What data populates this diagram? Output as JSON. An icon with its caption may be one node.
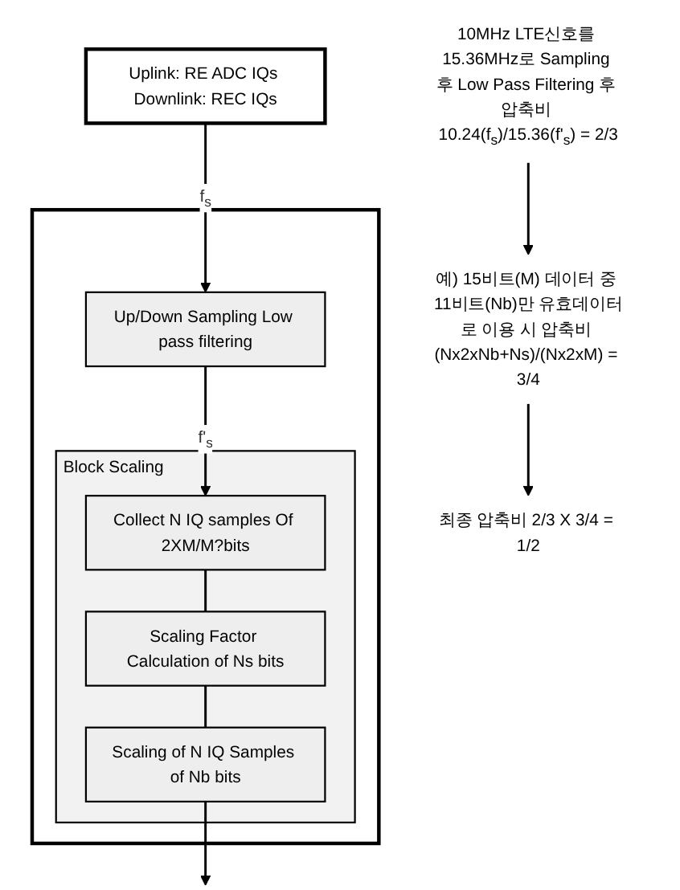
{
  "diagram": {
    "nodes": [
      {
        "text": [
          "Uplink: RE ADC IQs Downlink: REC IQs"
        ]
      },
      {
        "text": [],
        "shape": "box"
      },
      {
        "text": [
          "Up/Down Sampling Low pass filtering"
        ],
        "in": 1
      },
      {
        "text": [
          "Block Scaling"
        ],
        "in": 1
      },
      {
        "text": [
          "Collect N IQ samples Of 2XM/M?bits"
        ],
        "in": 3
      },
      {
        "text": [
          "Scaling Factor Calculation of Ns bits"
        ],
        "in": 3
      },
      {
        "text": [
          "Scaling of N IQ Samples of Nb bits"
        ],
        "in": 3
      },
      {
        "text": [
          "10MHz LTE신호를 15.36MHz로 Sampling 후 Low Pass Filtering 후 압축비 10.24(f$_{s}$)/15.36(f'$_{s}$) = 2/3"
        ]
      },
      {
        "text": [
          "예) 15비트(M) 데이터 중 11비트(Nb)만 유효데이터로 이용 시 압축비 (Nx2xNb+Ns)/(Nx2xM) = 3/4"
        ]
      },
      {
        "text": [
          "최종 압축비 2/3 X 3/4 = 1/2"
        ]
      }
    ],
    "edges": [
      {
        "from": 0,
        "to": 2,
        "arrow": "to",
        "label": "f$_{s}$"
      },
      {
        "from": 2,
        "to": 4,
        "arrow": "to",
        "label": "f'$_{s}$"
      },
      {
        "from": 4,
        "to": 5,
        "arrow": "none"
      },
      {
        "from": 5,
        "to": 6,
        "arrow": "none"
      },
      {
        "from": 6,
        "to": null,
        "arrow": "to"
      },
      {
        "from": 7,
        "to": 8,
        "arrow": "to"
      },
      {
        "from": 8,
        "to": 9,
        "arrow": "to"
      }
    ]
  }
}
